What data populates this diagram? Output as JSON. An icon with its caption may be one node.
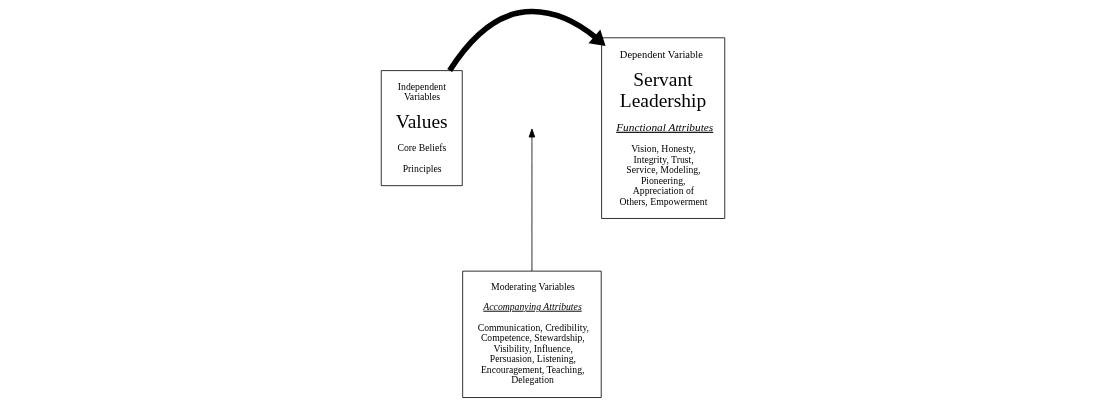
{
  "diagram": {
    "nodes": [
      {
        "text": [
          "Independent Variables",
          "Values",
          "Core Beliefs",
          "Principles"
        ]
      },
      {
        "text": [
          "Moderating Variables",
          "Accompanying Attributes",
          "Communication, Credibility, Competence, Stewardship, Visibility, Influence, Persuasion, Listening, Encouragement, Teaching, Delegation"
        ]
      },
      {
        "text": [
          "Dependent Variable",
          "Servant Leadership",
          "Functional Attributes",
          "Vision, Honesty, Integrity, Trust, Service, Modeling, Pioneering, Appreciation of Others, Empowerment"
        ]
      }
    ],
    "edges": [
      {
        "from": 0,
        "to": 2,
        "arrow": "to",
        "style": "thick"
      },
      {
        "from": 1,
        "to": null,
        "arrow": "to"
      }
    ]
  }
}
